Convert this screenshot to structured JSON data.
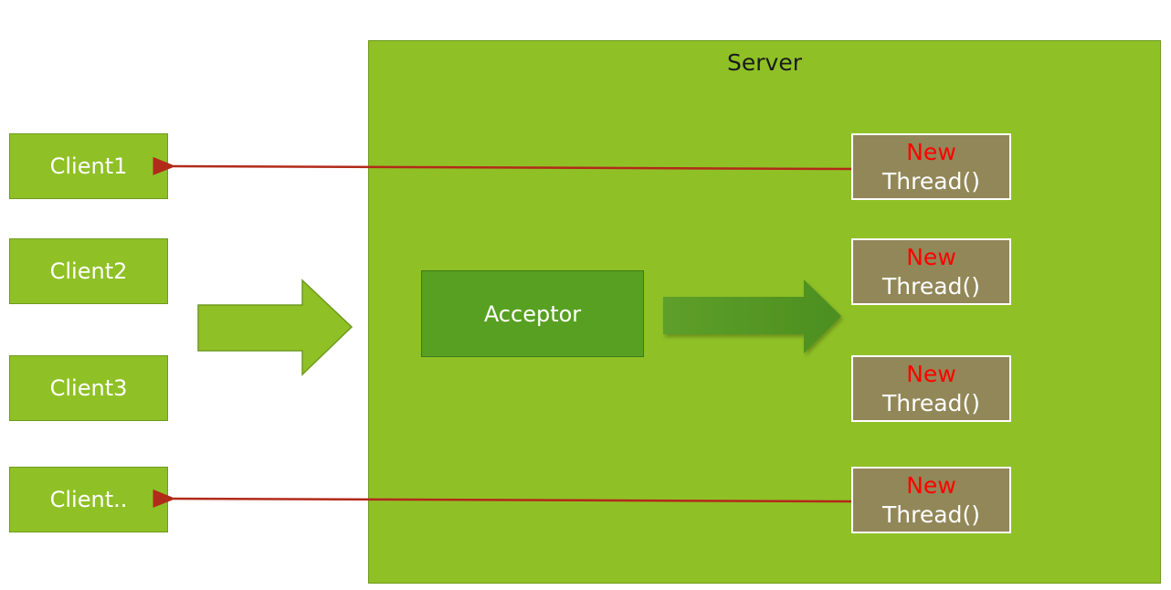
{
  "server": {
    "title": "Server"
  },
  "clients": [
    "Client1",
    "Client2",
    "Client3",
    "Client.."
  ],
  "acceptor": {
    "label": "Acceptor"
  },
  "threads": [
    {
      "keyword": "New",
      "name": "Thread()"
    },
    {
      "keyword": "New",
      "name": "Thread()"
    },
    {
      "keyword": "New",
      "name": "Thread()"
    },
    {
      "keyword": "New",
      "name": "Thread()"
    }
  ],
  "colors": {
    "box_green": "#8fc126",
    "acceptor_green": "#58a022",
    "thread_fill": "#928758",
    "keyword_red": "#ff0000",
    "connector_red": "#b22a1a"
  }
}
